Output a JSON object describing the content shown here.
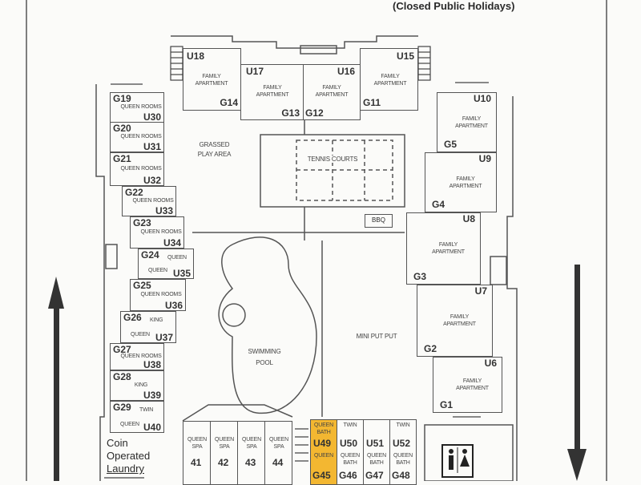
{
  "header_note": "(Closed Public Holidays)",
  "top_units": [
    {
      "upper": "U18",
      "ground": "G14",
      "type": "FAMILY APARTMENT"
    },
    {
      "upper": "U17",
      "ground": "G13",
      "type": "FAMILY APARTMENT"
    },
    {
      "upper": "U16",
      "ground": "G12",
      "type": "FAMILY APARTMENT"
    },
    {
      "upper": "U15",
      "ground": "G11",
      "type": "FAMILY APARTMENT"
    }
  ],
  "left_units": [
    {
      "ground": "G19",
      "upper": "U30",
      "type": "QUEEN ROOMS"
    },
    {
      "ground": "G20",
      "upper": "U31",
      "type": "QUEEN ROOMS"
    },
    {
      "ground": "G21",
      "upper": "U32",
      "type": "QUEEN ROOMS"
    },
    {
      "ground": "G22",
      "upper": "U33",
      "type": "QUEEN ROOMS"
    },
    {
      "ground": "G23",
      "upper": "U34",
      "type": "QUEEN ROOMS"
    },
    {
      "ground": "G24",
      "upper": "U35",
      "type": "QUEEN",
      "type2": "QUEEN"
    },
    {
      "ground": "G25",
      "upper": "U36",
      "type": "QUEEN ROOMS"
    },
    {
      "ground": "G26",
      "upper": "U37",
      "type": "KING",
      "type2": "QUEEN"
    },
    {
      "ground": "G27",
      "upper": "U38",
      "type": "QUEEN ROOMS"
    },
    {
      "ground": "G28",
      "upper": "U39",
      "type": "KING"
    },
    {
      "ground": "G29",
      "upper": "U40",
      "type": "TWIN",
      "type2": "QUEEN"
    }
  ],
  "right_units": [
    {
      "upper": "U10",
      "ground": "G5",
      "type": "FAMILY APARTMENT"
    },
    {
      "upper": "U9",
      "ground": "G4",
      "type": "FAMILY APARTMENT"
    },
    {
      "upper": "U8",
      "ground": "G3",
      "type": "FAMILY APARTMENT"
    },
    {
      "upper": "U7",
      "ground": "G2",
      "type": "FAMILY APARTMENT"
    },
    {
      "upper": "U6",
      "ground": "G1",
      "type": "FAMILY APARTMENT"
    }
  ],
  "spa_units": [
    {
      "number": "41",
      "type": "QUEEN SPA"
    },
    {
      "number": "42",
      "type": "QUEEN SPA"
    },
    {
      "number": "43",
      "type": "QUEEN SPA"
    },
    {
      "number": "44",
      "type": "QUEEN SPA"
    }
  ],
  "bottom_units": [
    {
      "upper": "U49",
      "ground": "G45",
      "top": "QUEEN BATH",
      "mid": "QUEEN",
      "highlighted": true
    },
    {
      "upper": "U50",
      "ground": "G46",
      "top": "TWIN",
      "mid": "QUEEN BATH"
    },
    {
      "upper": "U51",
      "ground": "G47",
      "top": "",
      "mid": "QUEEN BATH"
    },
    {
      "upper": "U52",
      "ground": "G48",
      "top": "TWIN",
      "mid": "QUEEN BATH"
    }
  ],
  "areas": {
    "play": "GRASSED PLAY AREA",
    "tennis": "TENNIS COURTS",
    "bbq": "BBQ",
    "pool": "SWIMMING POOL",
    "putt": "MINI PUT PUT",
    "laundry_1": "Coin",
    "laundry_2": "Operated",
    "laundry_3": "Laundry"
  },
  "colors": {
    "highlight": "#f3b731",
    "line": "#555555"
  },
  "icons": [
    "up-arrow",
    "down-arrow",
    "restroom-sign",
    "stairs"
  ]
}
